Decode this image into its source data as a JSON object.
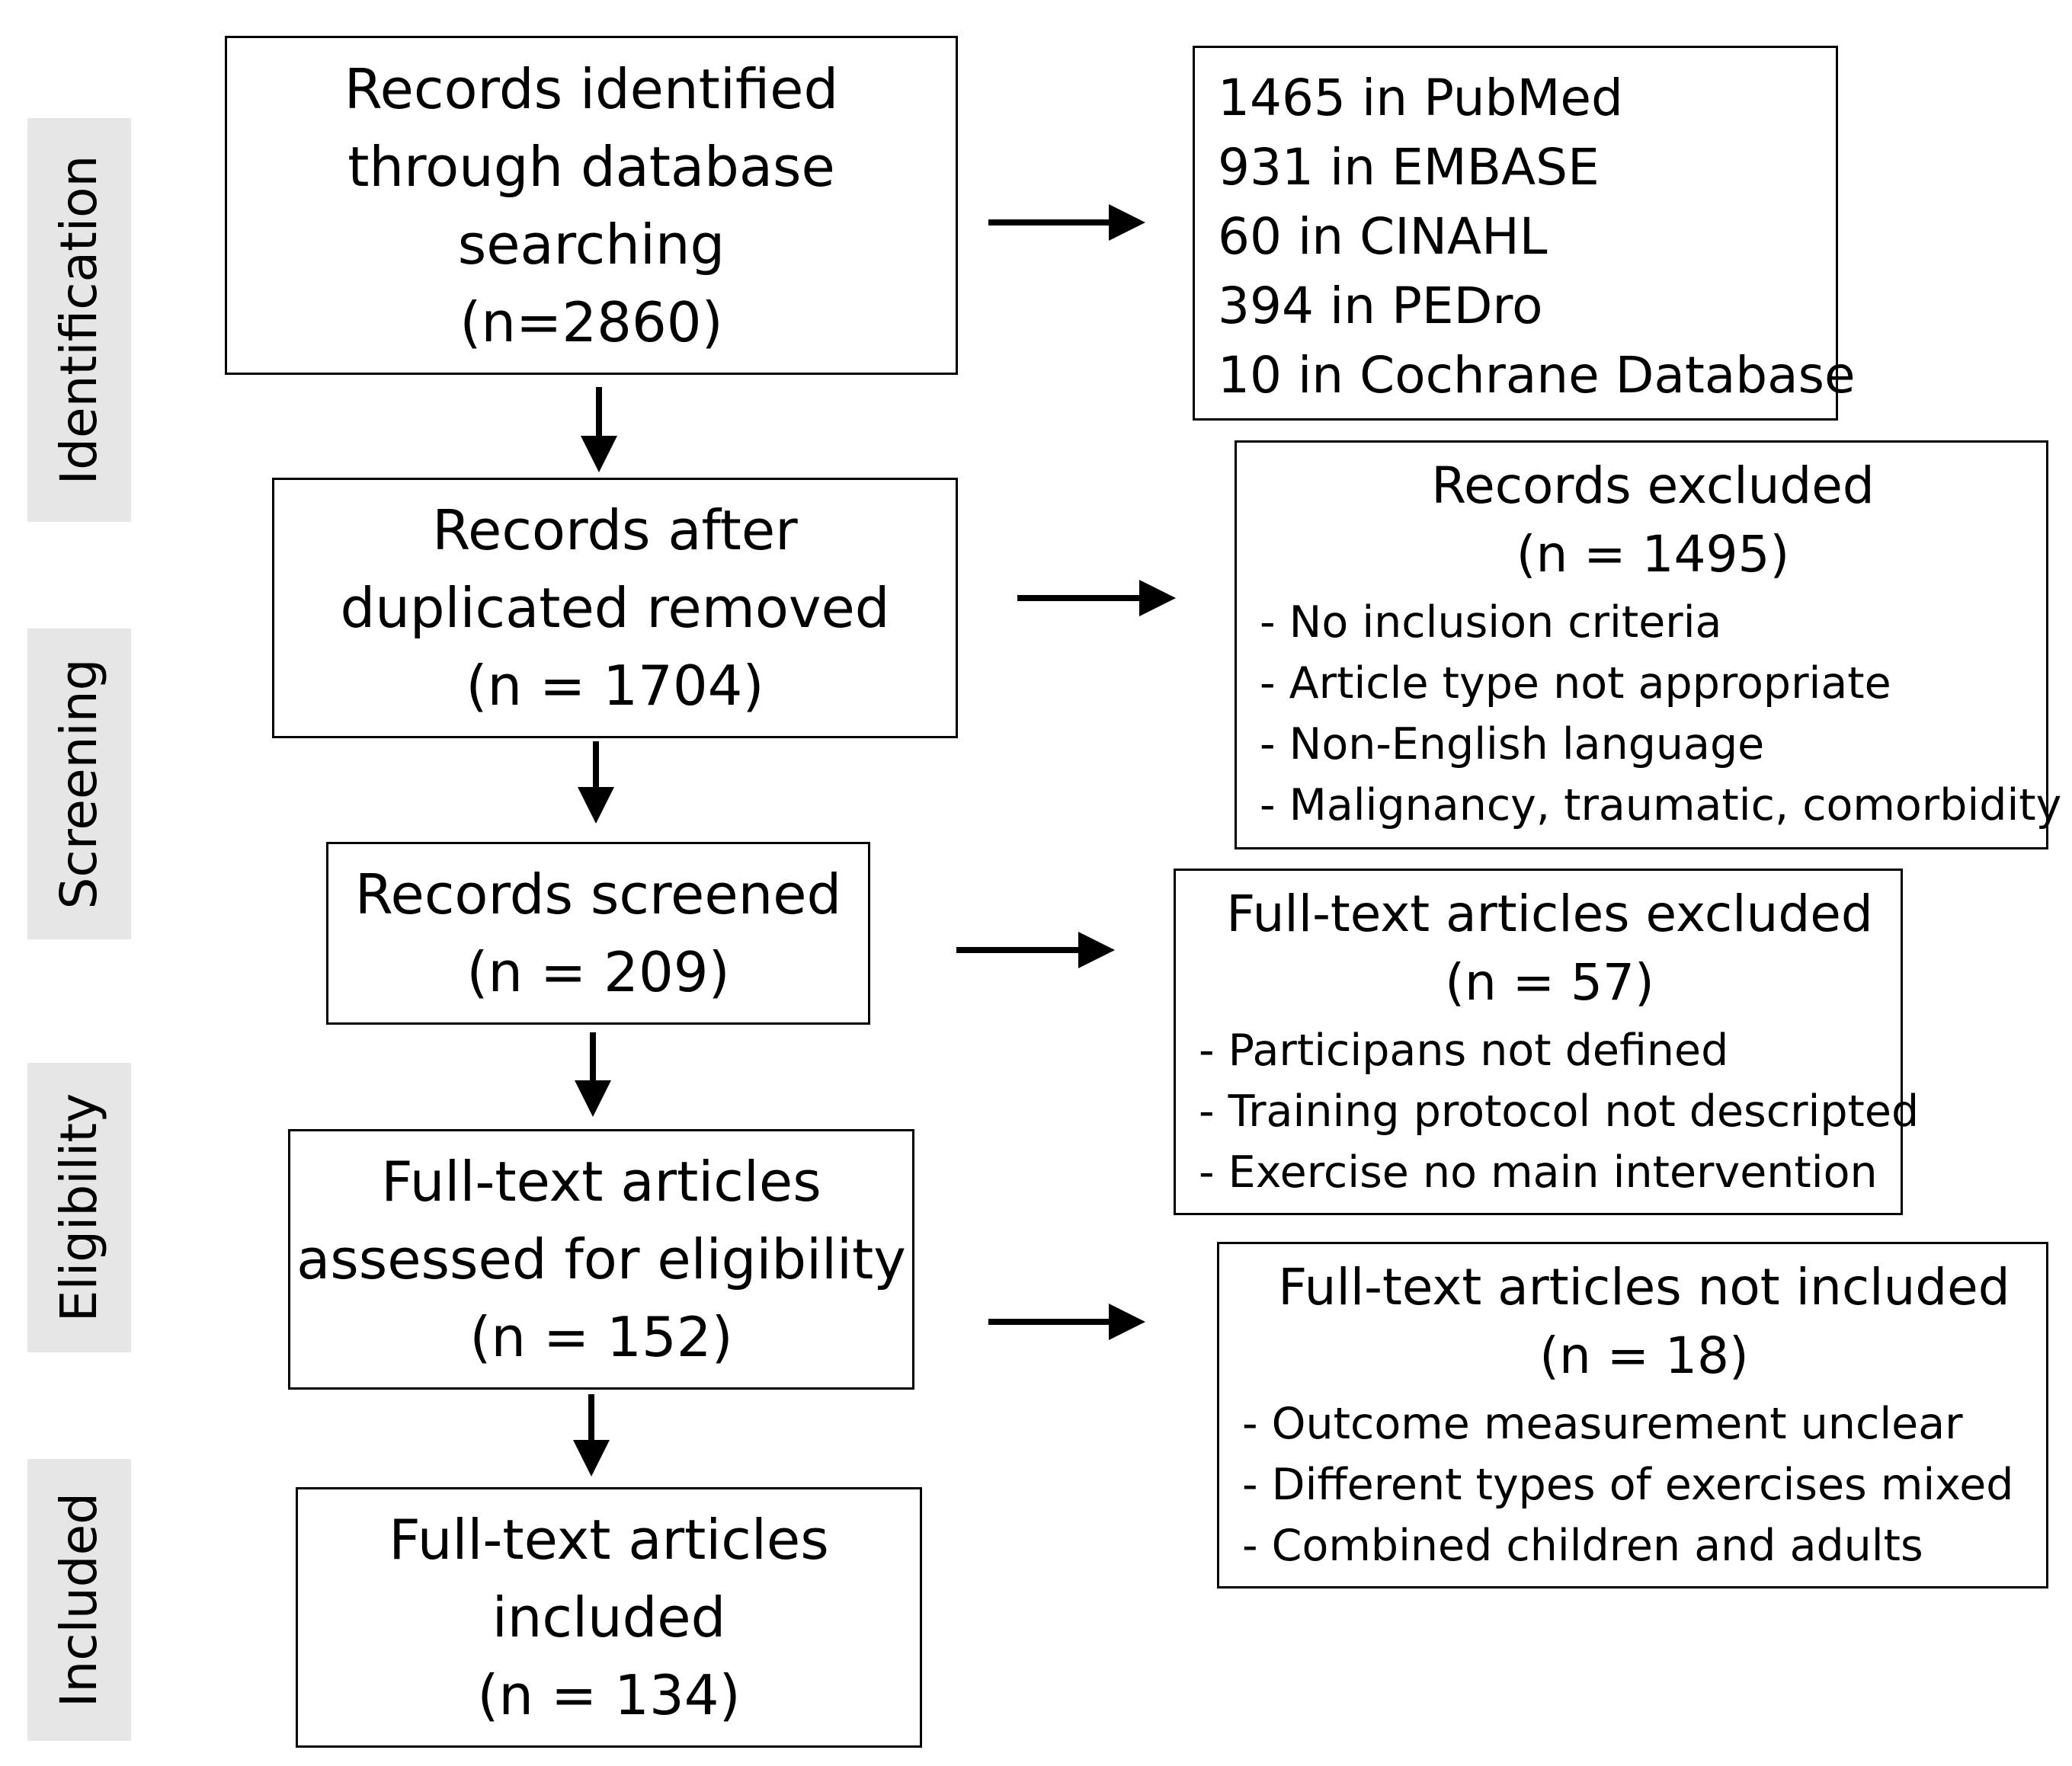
{
  "stages": {
    "identification": "Identification",
    "screening": "Screening",
    "eligibility": "Eligibility",
    "included": "Included"
  },
  "main": {
    "identified": {
      "line1": "Records identified",
      "line2": "through database",
      "line3": "searching",
      "count": "(n=2860)"
    },
    "deduplicated": {
      "line1": "Records after",
      "line2": "duplicated removed",
      "count": "(n = 1704)"
    },
    "screened": {
      "line1": "Records screened",
      "count": "(n = 209)"
    },
    "assessed": {
      "line1": "Full-text articles",
      "line2": "assessed for eligibility",
      "count": "(n = 152)"
    },
    "included": {
      "line1": "Full-text articles",
      "line2": "included",
      "count": "(n = 134)"
    }
  },
  "databases": [
    "1465 in PubMed",
    "931 in EMBASE",
    "60 in CINAHL",
    "394 in PEDro",
    "10 in Cochrane Database"
  ],
  "records_excluded": {
    "title": "Records excluded",
    "count": "(n = 1495)",
    "reasons": [
      "- No inclusion criteria",
      "- Article type not appropriate",
      "- Non-English language",
      "- Malignancy, traumatic, comorbidity"
    ]
  },
  "fulltext_excluded": {
    "title": "Full-text articles excluded",
    "count": "(n = 57)",
    "reasons": [
      "- Participans not defined",
      "- Training protocol not descripted",
      "- Exercise no main intervention"
    ]
  },
  "not_included": {
    "title": "Full-text articles not included",
    "count": "(n = 18)",
    "reasons": [
      "- Outcome measurement unclear",
      "- Different types of exercises mixed",
      "- Combined children and adults"
    ]
  },
  "colors": {
    "stage_background": "#e6e6e6",
    "border": "#000000",
    "text": "#000000"
  }
}
